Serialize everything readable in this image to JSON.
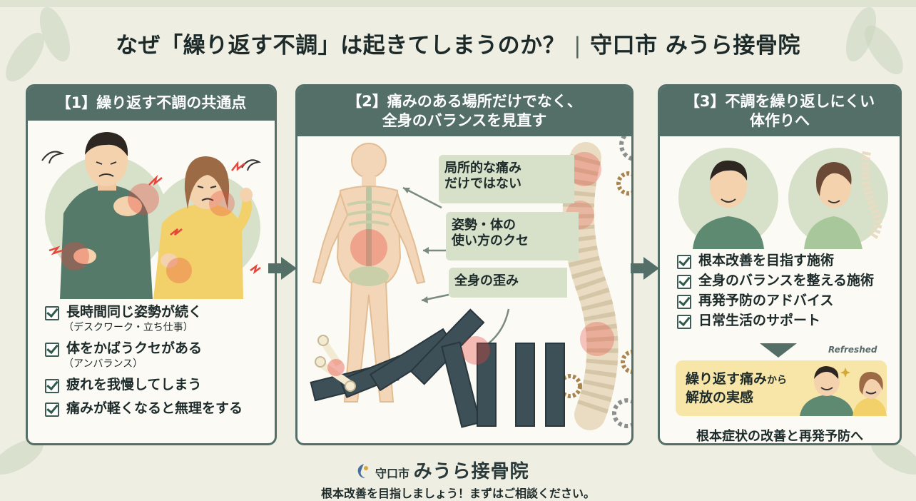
{
  "title": {
    "main": "なぜ「繰り返す不調」は起きてしまうのか？",
    "clinic": "守口市 みうら接骨院"
  },
  "panel1": {
    "header": "【1】繰り返す不調の共通点",
    "items": [
      {
        "text": "長時間同じ姿勢が続く",
        "sub": "（デスクワーク・立ち仕事）"
      },
      {
        "text": "体をかばうクセがある",
        "sub": "（アンバランス）"
      },
      {
        "text": "疲れを我慢してしまう",
        "sub": ""
      },
      {
        "text": "痛みが軽くなると無理をする",
        "sub": ""
      }
    ]
  },
  "panel2": {
    "header_line1": "【2】痛みのある場所だけでなく、",
    "header_line2": "全身のバランスを見直す",
    "labels": [
      {
        "line1": "局所的な痛み",
        "line2": "だけではない"
      },
      {
        "line1": "姿勢・体の",
        "line2": "使い方のクセ"
      },
      {
        "line1": "全身の歪み",
        "line2": ""
      }
    ]
  },
  "panel3": {
    "header_line1": "【3】不調を繰り返しにくい",
    "header_line2": "体作りへ",
    "items": [
      "根本改善を目指す施術",
      "全身のバランスを整える施術",
      "再発予防のアドバイス",
      "日常生活のサポート"
    ],
    "refreshed": "Refreshed",
    "relief_part1": "繰り返す痛み",
    "relief_part2": "から",
    "relief_line2": "解放の実感",
    "conclusion": "根本症状の改善と再発予防へ"
  },
  "footer": {
    "city": "守口市",
    "name": "みうら接骨院",
    "message": "根本改善を目指しましょう！まずはご相談ください。"
  },
  "colors": {
    "panel_header": "#546f68",
    "background": "#efeee2",
    "relief_box": "#f7e6a8",
    "pain_red": "#e8463c",
    "skin": "#f3d6b8"
  }
}
